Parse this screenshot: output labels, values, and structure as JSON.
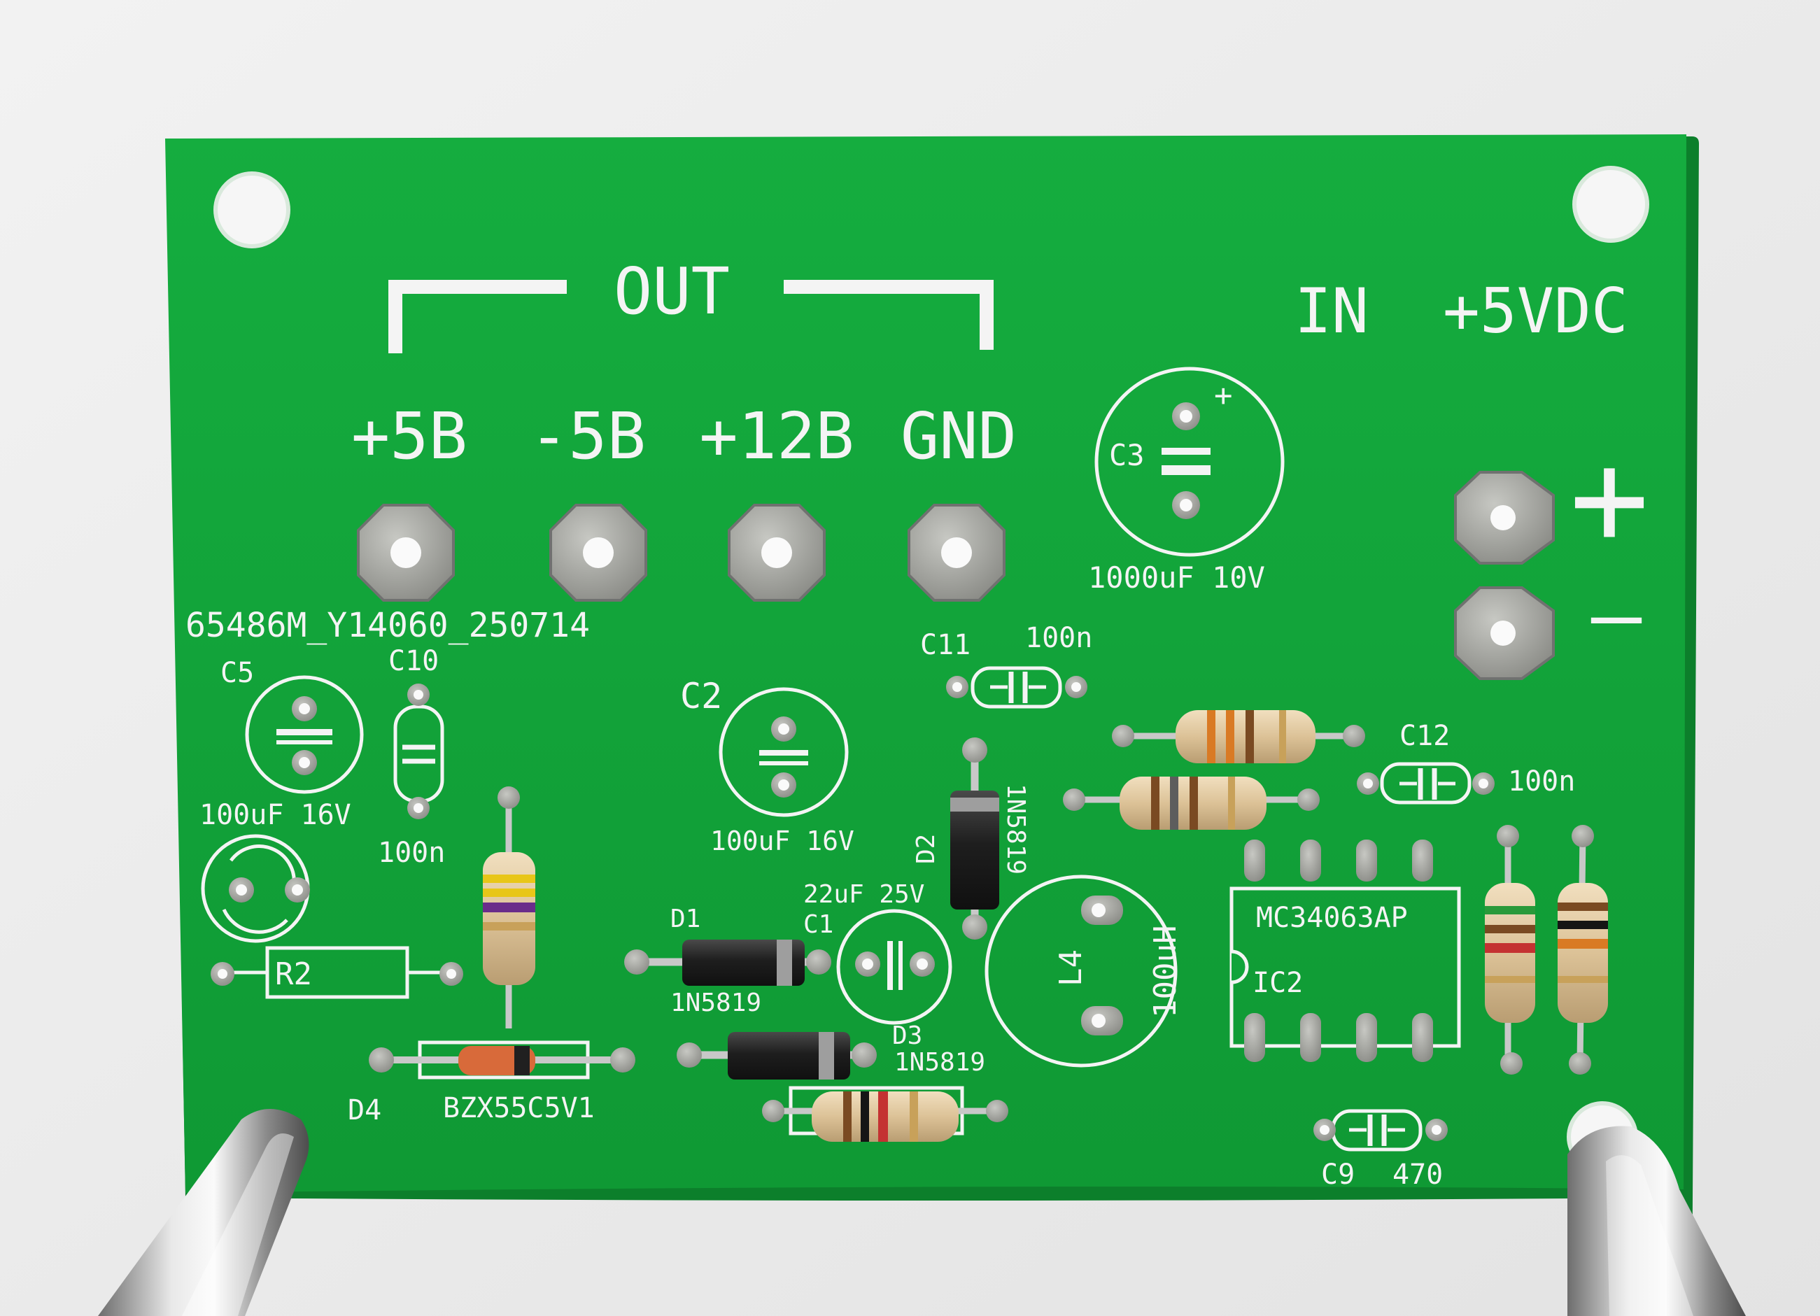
{
  "board": {
    "title": "OUT",
    "input_label": "IN  +5VDC",
    "board_id": "65486M_Y14060_250714",
    "outputs": [
      "+5B",
      "-5B",
      "+12B",
      "GND"
    ],
    "input_plus": "+",
    "input_minus": "—",
    "cap_polarity_mark": "+"
  },
  "components": {
    "c3": {
      "ref": "C3",
      "value": "1000uF 10V"
    },
    "c11": {
      "ref": "C11",
      "value": "100n"
    },
    "c12": {
      "ref": "C12",
      "value": "100n"
    },
    "c5": {
      "ref": "C5",
      "value": "100uF 16V"
    },
    "c10": {
      "ref": "C10",
      "value": "100n"
    },
    "c2": {
      "ref": "C2",
      "value": "100uF 16V"
    },
    "c1": {
      "ref": "C1",
      "value": "22uF 25V"
    },
    "d1": {
      "ref": "D1",
      "value": "1N5819"
    },
    "d2": {
      "ref": "D2",
      "value": "1N5819"
    },
    "d3": {
      "ref": "D3",
      "value": "1N5819"
    },
    "d4": {
      "ref": "D4",
      "value": "BZX55C5V1"
    },
    "r2": {
      "ref": "R2"
    },
    "l4": {
      "ref": "L4",
      "value": "100uH"
    },
    "ic2": {
      "ref": "IC2",
      "value": "MC34063AP"
    },
    "c9": {
      "ref": "C9",
      "value": "470"
    }
  },
  "colors": {
    "pcb": "#11a43a",
    "silkscreen": "#f4f4f4",
    "pad": "#a9aaa5",
    "resistor_body": "#e2c9a0",
    "diode_body": "#2a2a2a"
  }
}
